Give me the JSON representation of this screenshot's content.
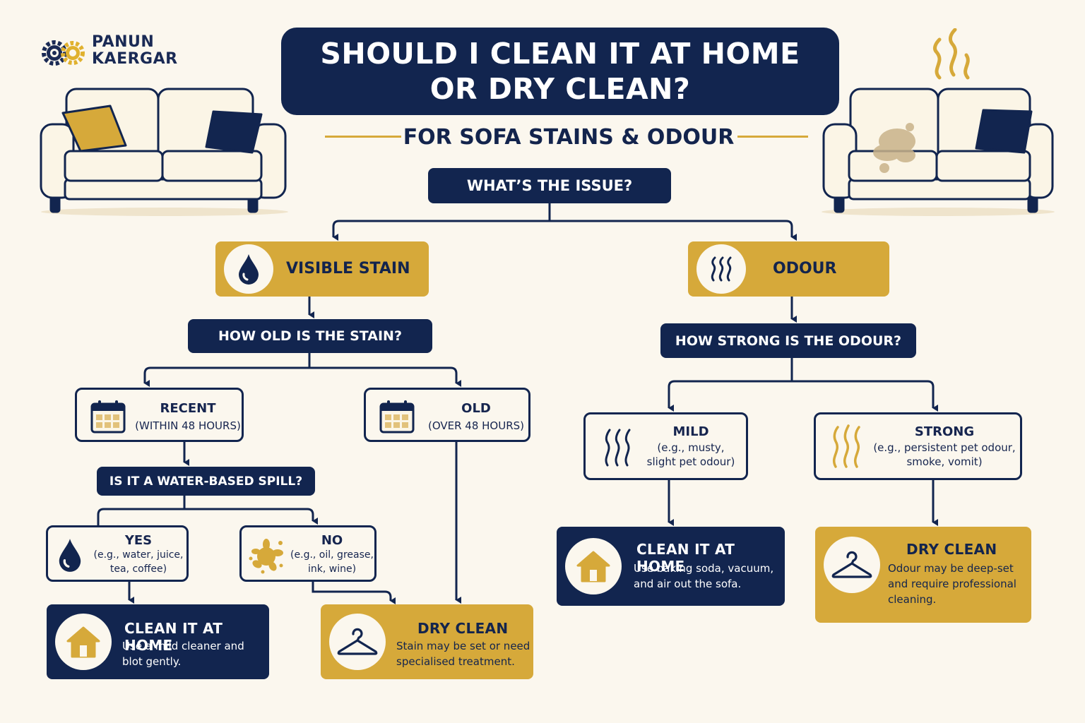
{
  "brand": {
    "line1": "PANUN",
    "line2": "KAERGAR"
  },
  "title": {
    "line1": "SHOULD I CLEAN IT AT HOME",
    "line2": "OR DRY CLEAN?"
  },
  "subtitle": "FOR SOFA STAINS & ODOUR",
  "root_question": "WHAT’S THE ISSUE?",
  "stain_branch": {
    "label": "VISIBLE STAIN",
    "icon": "drop-icon",
    "question": "HOW OLD IS THE STAIN?",
    "recent": {
      "title": "RECENT",
      "detail": "(WITHIN 48 HOURS)",
      "icon": "calendar-icon"
    },
    "old": {
      "title": "OLD",
      "detail": "(OVER 48 HOURS)",
      "icon": "calendar-icon"
    },
    "water_question": "IS IT A WATER-BASED SPILL?",
    "yes": {
      "title": "YES",
      "detail_line1": "(e.g., water, juice,",
      "detail_line2": "tea, coffee)",
      "icon": "drop-icon"
    },
    "no": {
      "title": "NO",
      "detail_line1": "(e.g., oil, grease,",
      "detail_line2": "ink, wine)",
      "icon": "splat-icon"
    },
    "home_result": {
      "title": "CLEAN IT AT HOME",
      "line1": "Use a mild cleaner and",
      "line2": "blot gently.",
      "icon": "house-icon"
    },
    "dry_result": {
      "title": "DRY CLEAN",
      "line1": "Stain may be set or need",
      "line2": "specialised treatment.",
      "icon": "hanger-icon"
    }
  },
  "odour_branch": {
    "label": "ODOUR",
    "icon": "steam-icon",
    "question": "HOW STRONG IS THE ODOUR?",
    "mild": {
      "title": "MILD",
      "detail_line1": "(e.g., musty,",
      "detail_line2": "slight pet odour)",
      "icon": "steam-icon"
    },
    "strong": {
      "title": "STRONG",
      "detail_line1": "(e.g., persistent pet odour,",
      "detail_line2": "smoke, vomit)",
      "icon": "steam-icon"
    },
    "home_result": {
      "title": "CLEAN IT AT HOME",
      "line1": "Use baking soda, vacuum,",
      "line2": "and air out the sofa.",
      "icon": "house-icon"
    },
    "dry_result": {
      "title": "DRY CLEAN",
      "line1": "Odour may be deep-set",
      "line2": "and require professional",
      "line3": "cleaning.",
      "icon": "hanger-icon"
    }
  },
  "colors": {
    "navy": "#12254f",
    "gold": "#d6a93a",
    "background": "#fbf7ee"
  }
}
